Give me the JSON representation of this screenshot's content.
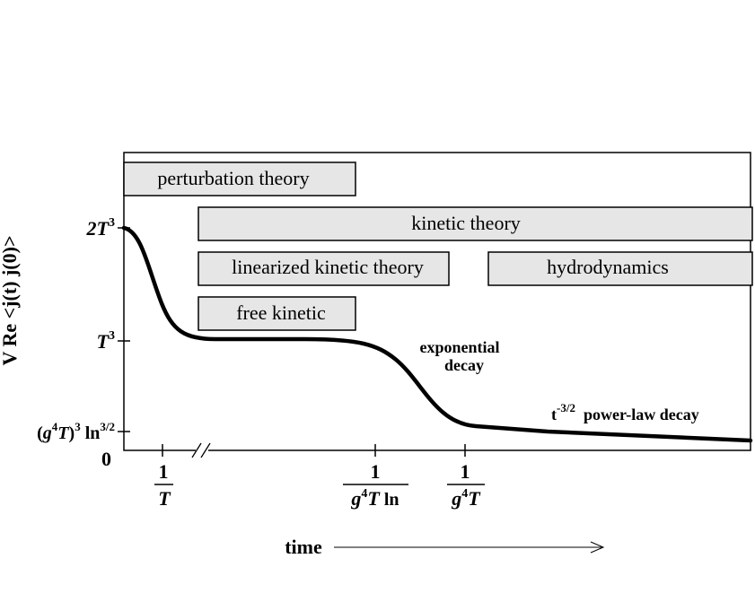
{
  "y_axis": {
    "label": "V Re <j(t) j(0)>",
    "ticks": {
      "two_t3": {
        "base": "2T",
        "sup": "3"
      },
      "t3": {
        "base": "T",
        "sup": "3"
      },
      "g4t": {
        "open": "(",
        "g": "g",
        "g_sup": "4",
        "t": "T",
        "close": ")",
        "close_sup": "3",
        "ln": " ln",
        "ln_sup": "3/2"
      },
      "zero": "0"
    }
  },
  "x_axis": {
    "label": "time",
    "ticks": {
      "inv_t": {
        "num": "1",
        "den": "T"
      },
      "inv_g4t_ln": {
        "num": "1",
        "g": "g",
        "g_sup": "4",
        "t": "T",
        "ln": " ln"
      },
      "inv_g4t": {
        "num": "1",
        "g": "g",
        "g_sup": "4",
        "t": "T"
      }
    }
  },
  "regimes": {
    "perturbation": "perturbation theory",
    "kinetic": "kinetic theory",
    "linearized": "linearized kinetic theory",
    "hydro": "hydrodynamics",
    "free_kinetic": "free kinetic"
  },
  "annotations": {
    "exp_line1": "exponential",
    "exp_line2": "decay",
    "power_prefix": "t",
    "power_exp": "-3/2",
    "power_text": "  power-law decay"
  },
  "colors": {
    "box_fill": "#e6e6e6",
    "line": "#000000"
  }
}
